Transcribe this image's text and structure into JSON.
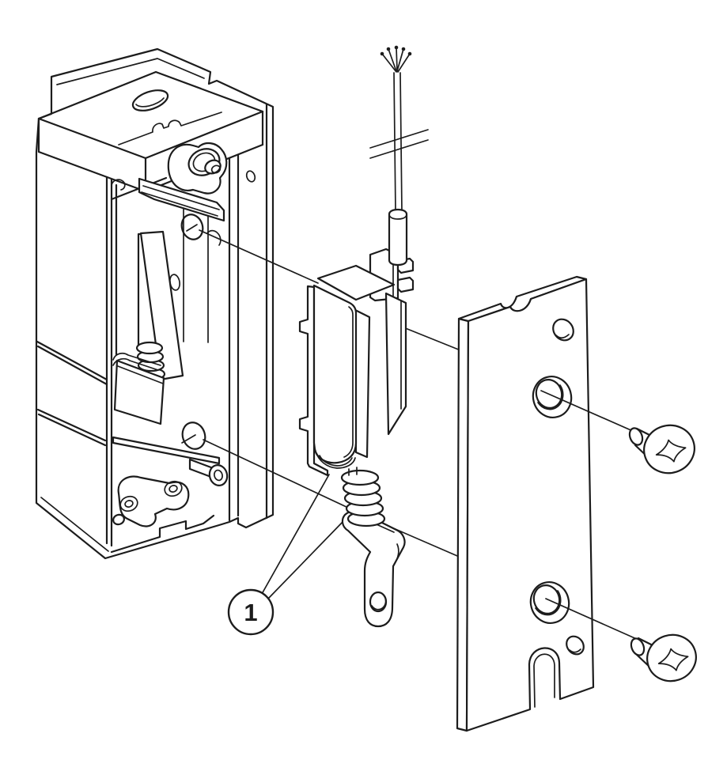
{
  "diagram": {
    "type": "exploded-assembly-line-drawing",
    "description": "Exploded isometric technical drawing of an electric door strike: lock body with internal mechanism on the left, solenoid actuator assembly with wire lead in the center, faceplate with countersunk holes on the right, and two flat-head Phillips mounting screws",
    "background_color": "#ffffff",
    "line_color": "#1c1c1c",
    "callouts": [
      {
        "label": "1",
        "target": "solenoid-actuator-assembly",
        "leader_count": 2
      }
    ],
    "parts": [
      {
        "name": "strike-lock-body",
        "position": "left"
      },
      {
        "name": "solenoid-actuator-assembly",
        "position": "center",
        "callout": "1"
      },
      {
        "name": "faceplate",
        "position": "right"
      },
      {
        "name": "mounting-screw-upper",
        "position": "far-right"
      },
      {
        "name": "mounting-screw-lower",
        "position": "far-right"
      }
    ]
  }
}
